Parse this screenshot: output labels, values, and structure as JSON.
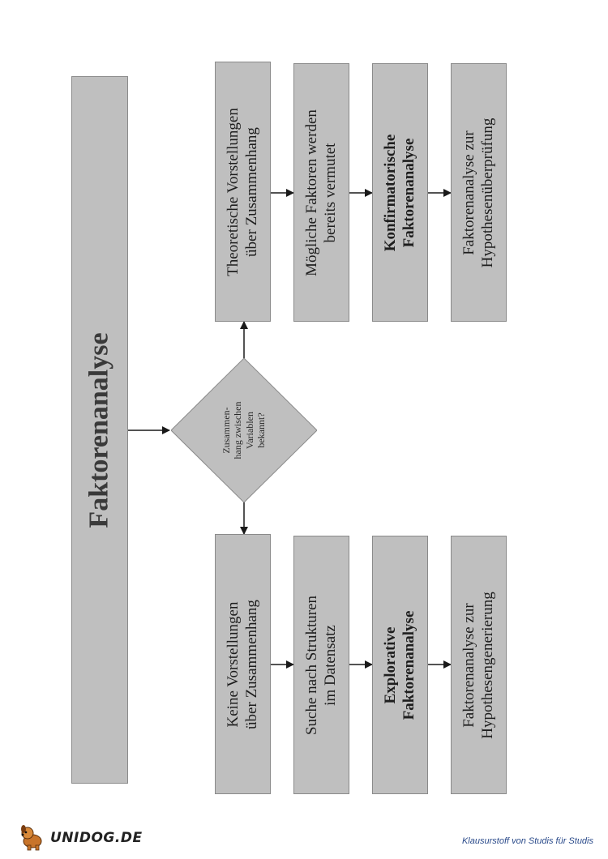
{
  "title": "Faktorenanalyse",
  "decision": {
    "lines": [
      "Zusammen-",
      "hang zwischen",
      "Variablen",
      "bekannt?"
    ]
  },
  "confirmatory_branch": {
    "steps": [
      {
        "lines": [
          "Theoretische Vorstellungen",
          "über Zusammenhang"
        ],
        "bold": false
      },
      {
        "lines": [
          "Mögliche Faktoren werden",
          "bereits vermutet"
        ],
        "bold": false
      },
      {
        "lines": [
          "Konfirmatorische",
          "Faktorenanalyse"
        ],
        "bold": true
      },
      {
        "lines": [
          "Faktorenanalyse zur",
          "Hypothesenüberprüfung"
        ],
        "bold": false
      }
    ]
  },
  "exploratory_branch": {
    "steps": [
      {
        "lines": [
          "Keine Vorstellungen",
          "über Zusammenhang"
        ],
        "bold": false
      },
      {
        "lines": [
          "Suche nach Strukturen",
          "im Datensatz"
        ],
        "bold": false
      },
      {
        "lines": [
          "Explorative",
          "Faktorenanalyse"
        ],
        "bold": true
      },
      {
        "lines": [
          "Faktorenanalyse zur",
          "Hypothesengenerierung"
        ],
        "bold": false
      }
    ]
  },
  "footer": {
    "logo": "UNIDOG.DE",
    "tagline": "Klausurstoff von Studis für Studis"
  },
  "colors": {
    "box_fill": "#bfbfbf",
    "box_border": "#8a8a8a",
    "line": "#1a1a1a",
    "tagline": "#2a4a8a"
  }
}
